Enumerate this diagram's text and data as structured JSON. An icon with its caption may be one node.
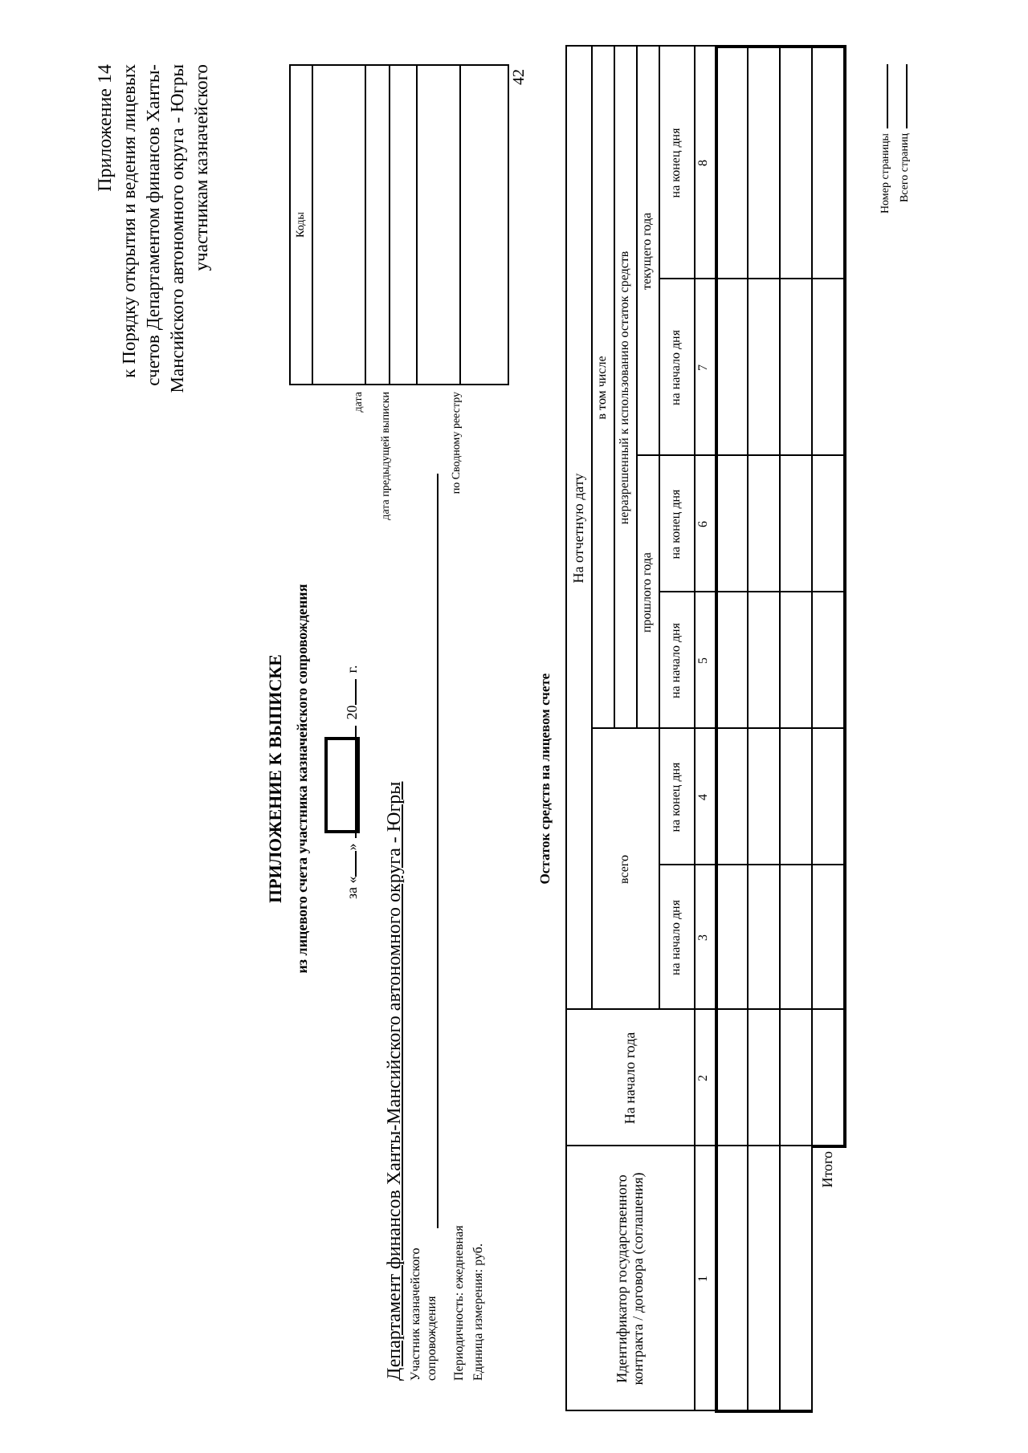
{
  "diagram": {
    "title": "ПРИЛОЖЕНИЕ К ВЫПИСКЕ",
    "labels": [
      "42",
      "Приложение 14",
      "к Порядку открытия и ведения лицевых счетов Департаментом финансов Ханты-Мансийского автономного округа - Югры участникам казначейского",
      "из лицевого счета участника казначейского сопровождения",
      "за «",
      "»",
      "20",
      "г.",
      "Коды",
      "дата",
      "дата предыдущей выписки",
      "по Сводному реестру",
      "Департамент финансов Ханты-Мансийского автономного округа - Югры",
      "Участник казначейского сопровождения",
      "Периодичность: ежедневная",
      "Единица измерения: руб.",
      "Остаток средств на лицевом счете",
      "Идентификатор государственного контракта / договора (соглашения)",
      "На начало года",
      "На отчетную дату",
      "всего",
      "в том числе",
      "неразрешенный к использованию остаток средств",
      "прошлого года",
      "текущего года",
      "на начало дня",
      "на конец дня",
      "на начало дня",
      "на конец дня",
      "на начало дня",
      "на конец дня",
      "1",
      "2",
      "3",
      "4",
      "5",
      "6",
      "7",
      "8",
      "Итого",
      "Номер страницы",
      "Всего страниц"
    ]
  }
}
